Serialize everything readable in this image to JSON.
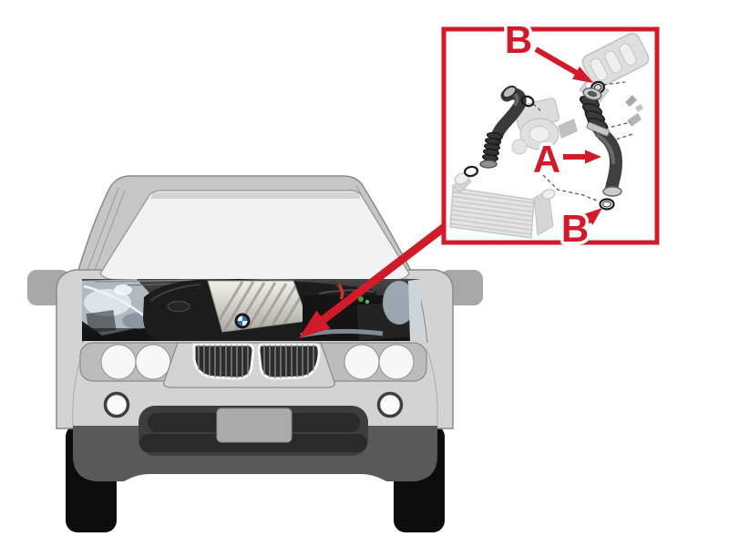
{
  "figure": {
    "type": "vehicle-parts-location-diagram",
    "background": "#ffffff",
    "accent_red": "#d11a2a",
    "car": {
      "view": "front",
      "body_color": "#d3d3d3",
      "roof_color": "#c6c6c6",
      "glass_color": "#f2f2f2",
      "headlight_panel_color": "#bcbcbc",
      "grille_color": "#2d2d2d",
      "bumper_center_color": "#3d3d3d",
      "bumper_lower_color": "#595959",
      "license_plate_color": "#ababab",
      "tire_color": "#0c0c0c",
      "badge": "bmw-roundel"
    },
    "inset": {
      "border_color": "#d11a2a",
      "background": "#ffffff",
      "labels": {
        "b_top": "B",
        "a": "A",
        "b_bottom": "B"
      },
      "highlighted_parts": [
        "charge-air-hose",
        "o-ring-upper",
        "o-ring-lower",
        "left-charge-hose",
        "hose-clamp"
      ],
      "faded_parts": [
        "intake-manifold",
        "turbocharger-assembly",
        "intercooler",
        "mounting-clips"
      ]
    },
    "callout": {
      "from": "inset-box",
      "to": "engine-bay-charge-pipe-location"
    }
  }
}
